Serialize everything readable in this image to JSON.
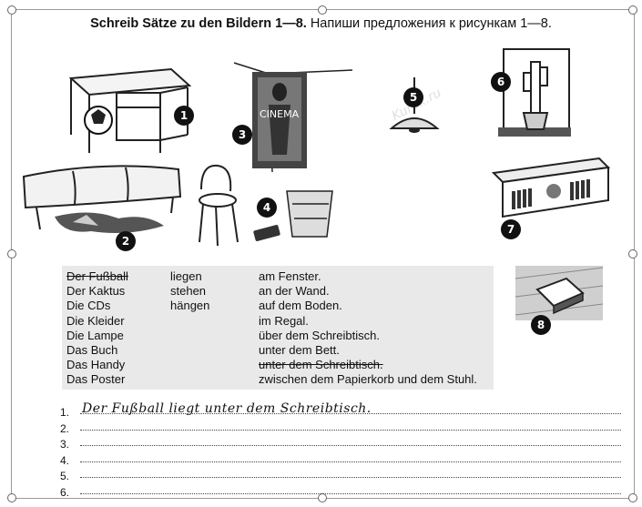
{
  "title": {
    "german": "Schreib Sätze zu den Bildern 1—8.",
    "russian": "Напиши предложения к рисункам 1—8."
  },
  "watermark": {
    "text": "Kurok",
    "domain": ".ru"
  },
  "pictures": [
    {
      "number": "1",
      "icon": "desk-with-ball"
    },
    {
      "number": "2",
      "icon": "bed-with-clothes"
    },
    {
      "number": "3",
      "icon": "poster-on-wall"
    },
    {
      "number": "4",
      "icon": "phone-chair-basket"
    },
    {
      "number": "5",
      "icon": "ceiling-lamp"
    },
    {
      "number": "6",
      "icon": "cactus-on-windowsill"
    },
    {
      "number": "7",
      "icon": "shelf-with-cds"
    },
    {
      "number": "8",
      "icon": "book-on-floor"
    }
  ],
  "subjects": [
    {
      "text": "Der Fußball",
      "struck": true
    },
    {
      "text": "Der Kaktus",
      "struck": false
    },
    {
      "text": "Die CDs",
      "struck": false
    },
    {
      "text": "Die Kleider",
      "struck": false
    },
    {
      "text": "Die Lampe",
      "struck": false
    },
    {
      "text": "Das Buch",
      "struck": false
    },
    {
      "text": "Das Handy",
      "struck": false
    },
    {
      "text": "Das Poster",
      "struck": false
    }
  ],
  "verbs": [
    "liegen",
    "stehen",
    "hängen"
  ],
  "places": [
    {
      "text": "am Fenster.",
      "struck": false
    },
    {
      "text": "an der Wand.",
      "struck": false
    },
    {
      "text": "auf dem Boden.",
      "struck": false
    },
    {
      "text": "im Regal.",
      "struck": false
    },
    {
      "text": "über dem Schreibtisch.",
      "struck": false
    },
    {
      "text": "unter dem Bett.",
      "struck": false
    },
    {
      "text": "unter dem Schreibtisch.",
      "struck": true
    },
    {
      "text": "zwischen dem Papierkorb und dem Stuhl.",
      "struck": false
    }
  ],
  "answers": [
    {
      "number": "1.",
      "text": "Der Fußball liegt unter dem Schreibtisch."
    },
    {
      "number": "2.",
      "text": ""
    },
    {
      "number": "3.",
      "text": ""
    },
    {
      "number": "4.",
      "text": ""
    },
    {
      "number": "5.",
      "text": ""
    },
    {
      "number": "6.",
      "text": ""
    }
  ]
}
